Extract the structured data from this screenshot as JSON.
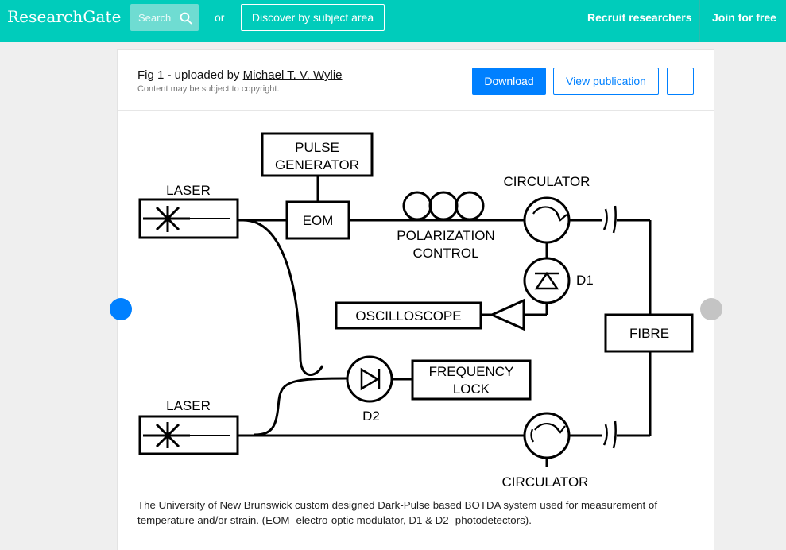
{
  "header": {
    "logo": "ResearchGate",
    "search_placeholder": "Search",
    "or_text": "or",
    "discover_label": "Discover by subject area",
    "recruit_label": "Recruit researchers",
    "join_label": "Join for free",
    "brand_color": "#00ccbb"
  },
  "figure": {
    "title_prefix": "Fig 1 - uploaded by ",
    "uploader": "Michael T. V. Wylie",
    "copyright": "Content may be subject to copyright.",
    "download_label": "Download",
    "view_label": "View publication",
    "caption": "The University of New Brunswick custom designed Dark-Pulse based BOTDA system used for measurement of temperature and/or strain. (EOM -electro-optic modulator, D1 & D2 -photodetectors)."
  },
  "diagram": {
    "pulse_generator": [
      "PULSE",
      "GENERATOR"
    ],
    "laser_top": "LASER",
    "eom": "EOM",
    "circulator_top": "CIRCULATOR",
    "polarization_control": [
      "POLARIZATION",
      "CONTROL"
    ],
    "d1": "D1",
    "oscilloscope": "OSCILLOSCOPE",
    "fibre": "FIBRE",
    "frequency_lock": [
      "FREQUENCY",
      "LOCK"
    ],
    "d2": "D2",
    "laser_bottom": "LASER",
    "circulator_bottom": "CIRCULATOR"
  }
}
